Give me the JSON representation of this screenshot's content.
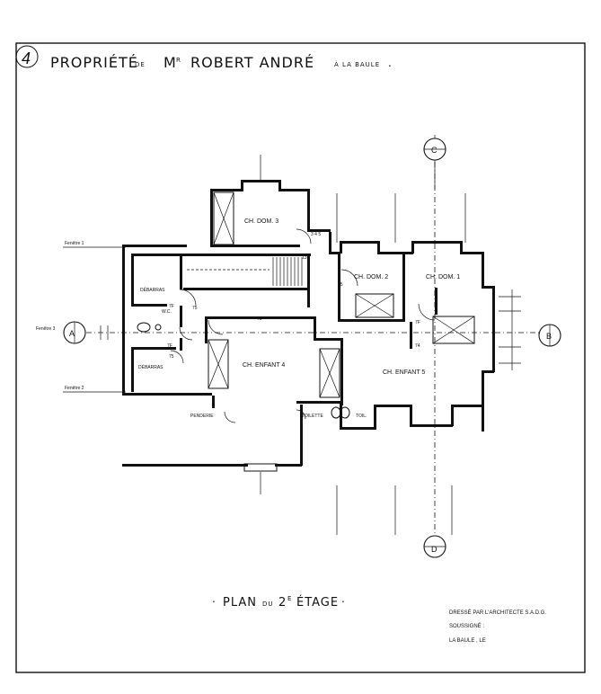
{
  "title": {
    "sheet_number": "4",
    "prefix": "PROPRIÉTÉ",
    "of": "DE",
    "mr": "M",
    "mr_sup": "R",
    "owner": "ROBERT ANDRÉ",
    "location": "À LA BAULE",
    "dot": "."
  },
  "plan_title": "PLAN DU 2E ÉTAGE",
  "plan_title_parts": {
    "dot1": ".",
    "plan": "PLAN",
    "du": "DU",
    "level": "2",
    "level_sup": "E",
    "etage": "ÉTAGE",
    "dot2": "."
  },
  "signature_block": {
    "line1": "DRESSÉ PAR L'ARCHITECTE S.A.D.G.",
    "line2": "SOUSSIGNÉ :",
    "line3": "LA BAULE , LE"
  },
  "section_markers": {
    "a": "A",
    "b": "B",
    "c": "C",
    "d": "D"
  },
  "rooms": {
    "ch_dom_3": "CH. DOM. 3",
    "ch_dom_2": "CH. DOM. 2",
    "ch_dom_1": "CH. DOM. 1",
    "debarras_top": "DÉBARRAS",
    "debarras_bottom": "DÉBARRAS",
    "wc": "W.C.",
    "ch_enfant_4": "CH. ENFANT 4",
    "ch_enfant_5": "CH. ENFANT 5",
    "penderie": "PENDERIE",
    "toilette": "TOILETTE",
    "toil": "TOIL."
  },
  "annotations": {
    "grid_a1": "Fenêtre 1",
    "grid_a2": "Fenêtre 2",
    "grid_a3": "Fenêtre 3",
    "door_75": "75",
    "door_78": "78",
    "door_7f": "7F",
    "door_74": "74",
    "stair_13": "13",
    "stair_steps": "3 4 5"
  }
}
